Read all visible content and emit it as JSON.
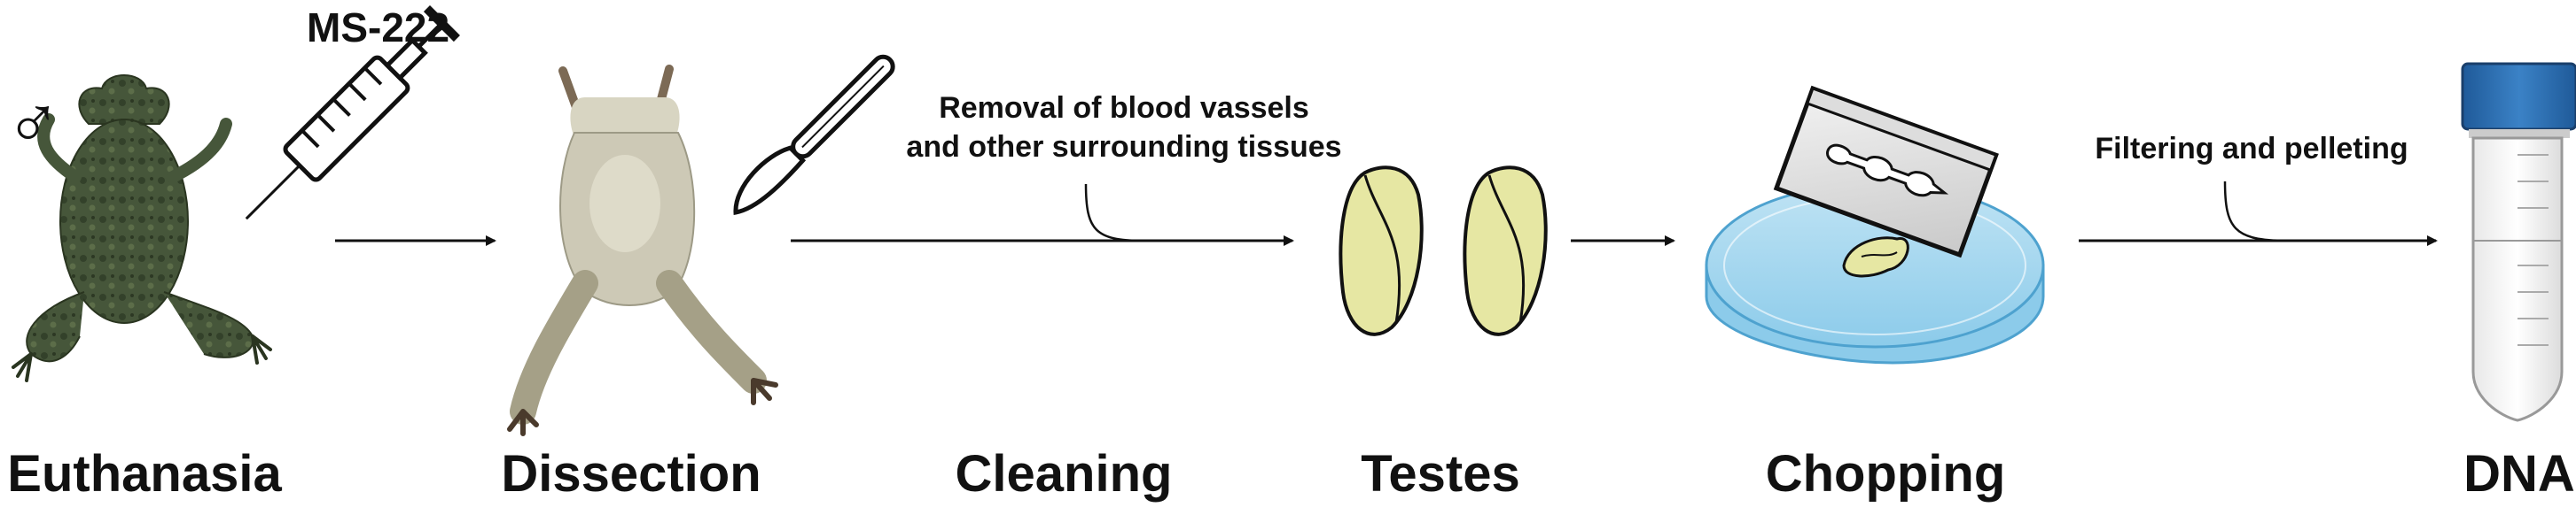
{
  "stages": {
    "euthanasia": "Euthanasia",
    "dissection": "Dissection",
    "cleaning": "Cleaning",
    "testes": "Testes",
    "chopping": "Chopping",
    "dna": "DNA"
  },
  "reagent": "MS-222",
  "male_symbol": "♂",
  "notes": {
    "cleaning_line1": "Removal of blood vassels",
    "cleaning_line2": "and other surrounding tissues",
    "filtering": "Filtering and pelleting"
  },
  "colors": {
    "frog_skin": "#4a5a3a",
    "dissected_frog": "#c9c6b4",
    "testis_fill": "#e6e7a3",
    "petri_dish": "#a9d8ef",
    "tube_cap": "#2f6fb3"
  }
}
